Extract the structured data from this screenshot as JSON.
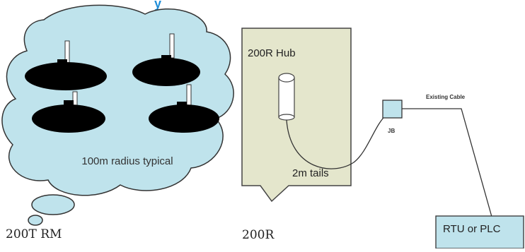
{
  "top_fragment": "y",
  "cloud": {
    "label": "100m radius typical",
    "fill": "#bfe3ec",
    "caption": "200T RM"
  },
  "hub": {
    "title": "200R Hub",
    "tails_label": "2m tails",
    "fill": "#e4e6cc",
    "caption": "200R"
  },
  "junction": {
    "label": "JB"
  },
  "cable": {
    "label": "Existing Cable"
  },
  "rtu": {
    "label": "RTU or PLC",
    "fill": "#bfe3ec"
  },
  "colors": {
    "accent": "#1f8ed8",
    "stroke": "#333333",
    "disc": "#000000"
  }
}
